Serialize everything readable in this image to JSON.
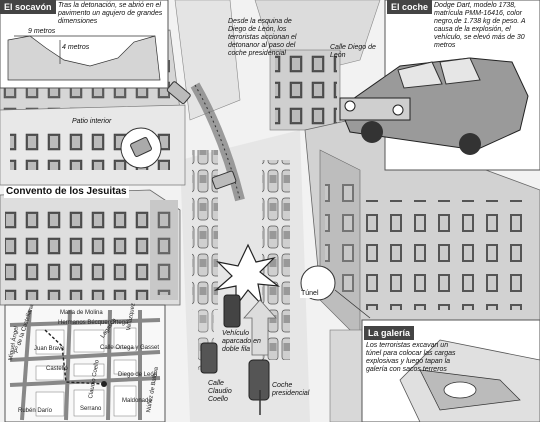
{
  "socavon": {
    "title": "El socavón",
    "text": "Tras la detonación, se abrió en el pavimento un agujero de grandes dimensiones",
    "width_label": "9 metros",
    "depth_label": "4 metros"
  },
  "coche": {
    "title": "El coche",
    "text": "Dodge Dart, modelo 1738, matrícula PMM-16416, color negro,de 1.738 kg de peso. A causa de la explosión, el vehículo, se elevó más de 30 metros"
  },
  "intro_text": "Desde la esquina de Diego de León, los terroristas accionan el detonanor al paso del coche presidencial",
  "calle_diego": "Calle Diego de León",
  "patio": "Patio interior",
  "convento": "Convento de los Jesuitas",
  "tunel": "Túnel",
  "vehiculo": "Vehículo aparcado en doble fila",
  "calle_claudio": "Calle Claudio Coello",
  "coche_presidencial": "Coche presidencial",
  "galeria": {
    "title": "La galería",
    "text": "Los terroristas excavan un túnel para colocar las cargas explosivas y luego tapan la galería con sacos terreros"
  },
  "map": {
    "streets": [
      "Maria de Molina",
      "Hermanos Bécquer",
      "Juan Bravo",
      "Calle Ortega y Gasset",
      "Diego de León",
      "Castelló",
      "Maldonado",
      "Serrano",
      "Miguel Ángel",
      "Pº de la Castellana",
      "Lagasca",
      "Velázquez",
      "Núñez de Balboa",
      "Claudio Coello",
      "Rubén Darío",
      "Ortega"
    ]
  },
  "colors": {
    "building": "#d9d9d9",
    "dark": "#555555",
    "street": "#eeeeee",
    "header": "#444444"
  }
}
